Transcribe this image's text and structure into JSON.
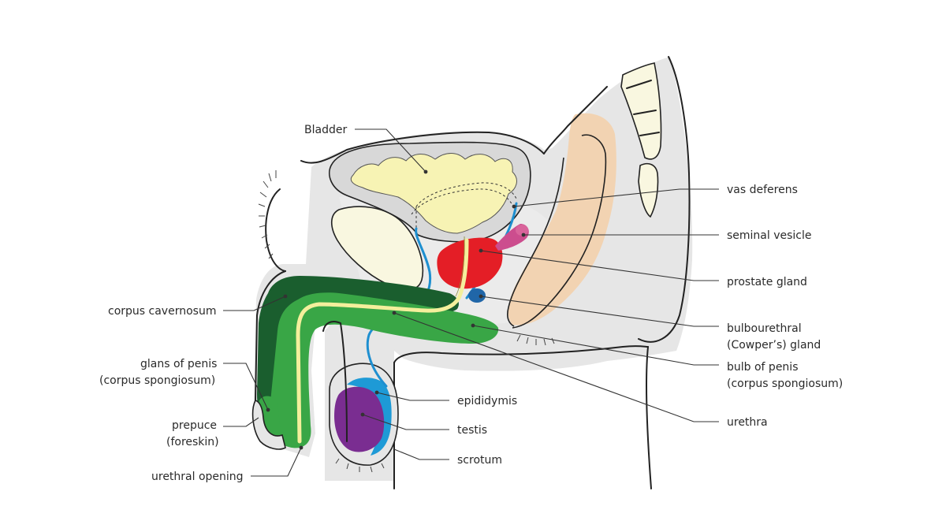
{
  "labels": {
    "bladder": "Bladder",
    "vas_deferens": "vas deferens",
    "seminal_vesicle": "seminal vesicle",
    "prostate_gland": "prostate gland",
    "corpus_cavernosum": "corpus cavernosum",
    "bulbourethral_1": "bulbourethral",
    "bulbourethral_2": "(Cowper’s) gland",
    "bulb_of_penis_1": "bulb of penis",
    "bulb_of_penis_2": "(corpus spongiosum)",
    "glans_1": "glans of penis",
    "glans_2": "(corpus spongiosum)",
    "epididymis": "epididymis",
    "testis": "testis",
    "prepuce_1": "prepuce",
    "prepuce_2": "(foreskin)",
    "scrotum": "scrotum",
    "urethra": "urethra",
    "urethral_opening": "urethral opening"
  },
  "colors": {
    "tissue": "#e4e4e4",
    "tissue_light": "#efefef",
    "bladder": "#f7f3b4",
    "prostate": "#e41e26",
    "seminal_vesicle": "#cc4d8e",
    "vas_deferens": "#1e8fd0",
    "cowper_gland": "#2066a8",
    "corpus_cavernosum": "#1a5e2e",
    "corpus_spongiosum": "#39a646",
    "urethra": "#f4ef9c",
    "epididymis": "#1e9ad6",
    "testis": "#7a2d91",
    "rectum": "#f2d3b2",
    "bone": "#f9f7e0"
  }
}
